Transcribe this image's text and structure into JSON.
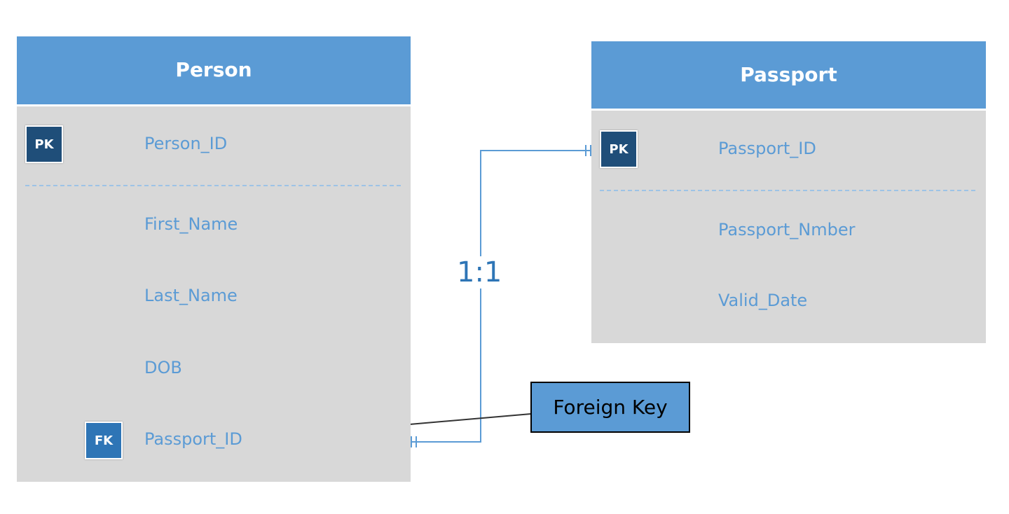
{
  "entities": {
    "person": {
      "title": "Person",
      "pk_badge": "PK",
      "fk_badge": "FK",
      "fields": [
        "Person_ID",
        "First_Name",
        "Last_Name",
        "DOB",
        "Passport_ID"
      ]
    },
    "passport": {
      "title": "Passport",
      "pk_badge": "PK",
      "fields": [
        "Passport_ID",
        "Passport_Nmber",
        "Valid_Date"
      ]
    }
  },
  "relationship": {
    "cardinality": "1:1"
  },
  "callout": {
    "text": "Foreign Key"
  },
  "colors": {
    "header": "#5b9bd5",
    "body": "#d8d8d8",
    "field_text": "#5b9bd5",
    "pk_badge": "#1f4e79",
    "fk_badge": "#2e75b6",
    "connector": "#5b9bd5"
  }
}
